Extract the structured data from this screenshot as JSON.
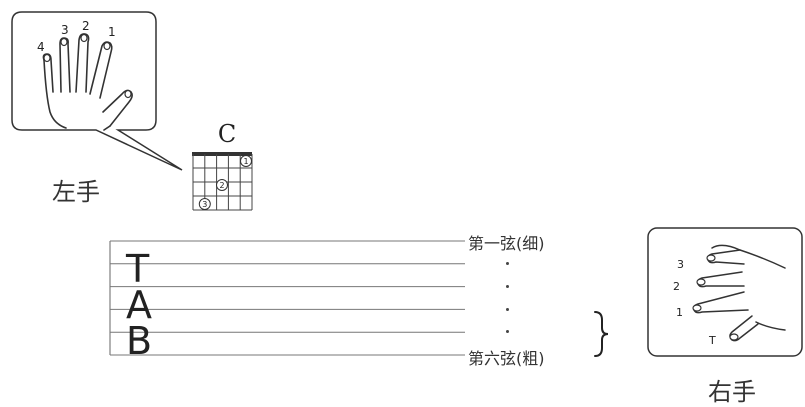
{
  "left_hand": {
    "label": "左手",
    "finger_numbers": [
      "1",
      "2",
      "3",
      "4"
    ]
  },
  "chord": {
    "name": "C",
    "fingerings": [
      "①",
      "②",
      "③"
    ]
  },
  "tab": {
    "letters": [
      "T",
      "A",
      "B"
    ],
    "string_first_label": "第一弦(细)",
    "string_last_label": "第六弦(粗)"
  },
  "right_hand": {
    "label": "右手",
    "finger_labels": [
      "3",
      "2",
      "1",
      "T"
    ]
  }
}
